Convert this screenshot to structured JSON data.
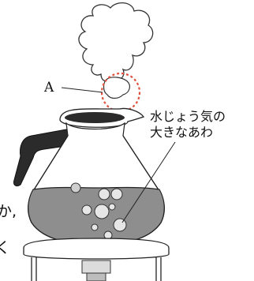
{
  "labels": {
    "point_a": "A",
    "bubble_label_line1": "水じょう気の",
    "bubble_label_line2": "大きなあわ",
    "edge_text_1": "か,",
    "edge_text_2": "く"
  },
  "colors": {
    "water": "#8e8e8e",
    "handle": "#2b2b2b",
    "highlight_circle": "#e0503c",
    "line": "#222222"
  }
}
